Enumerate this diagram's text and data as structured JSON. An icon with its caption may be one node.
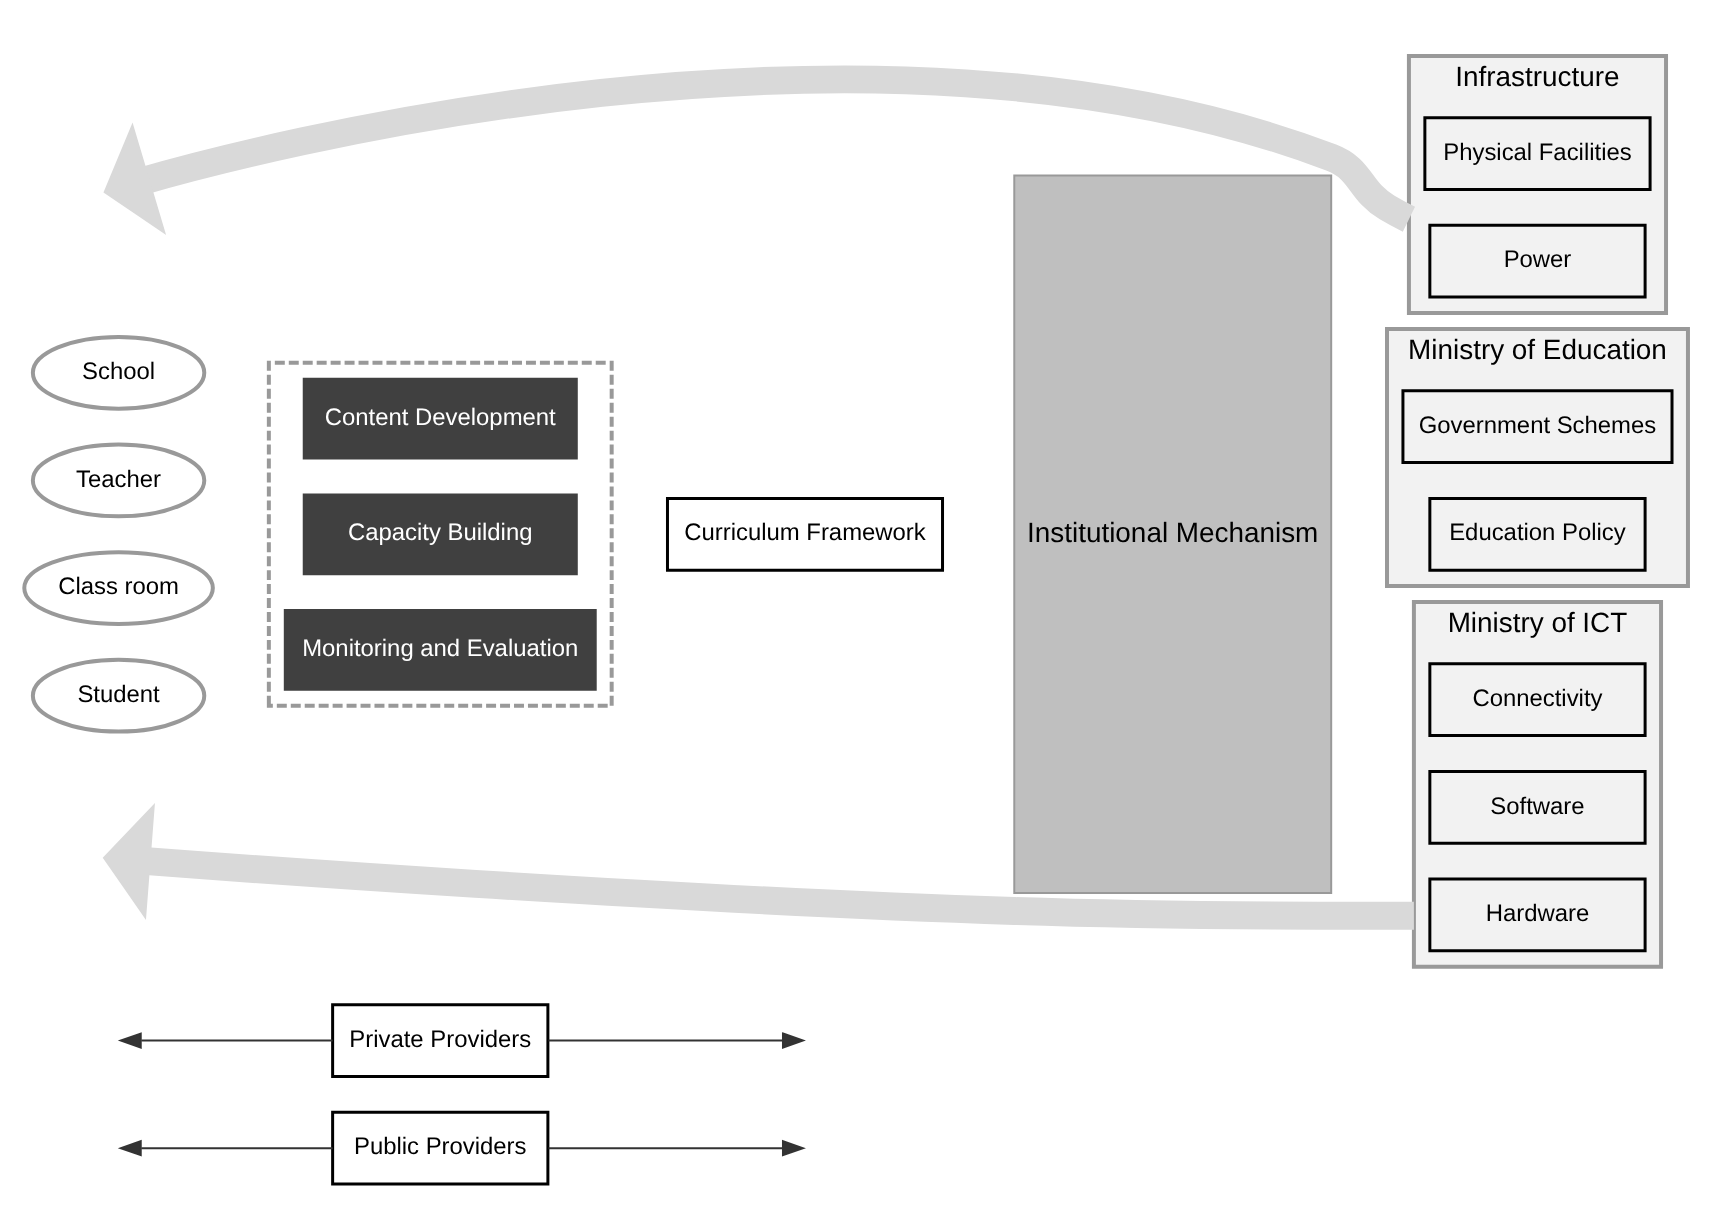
{
  "diagram": {
    "nodes": [
      {
        "text": [
          "Public Providers"
        ]
      },
      {
        "text": [
          "Private Providers"
        ]
      },
      {
        "text": [],
        "shape": "box"
      },
      {
        "text": [
          "Capacity Building"
        ],
        "in": 2
      },
      {
        "text": [
          "Content Development"
        ],
        "in": 2
      },
      {
        "text": [
          "Monitoring and Evaluation"
        ],
        "in": 2
      },
      {
        "text": [
          "School"
        ]
      },
      {
        "text": [
          "Teacher"
        ]
      },
      {
        "text": [
          "Class room"
        ]
      },
      {
        "text": [
          "Student"
        ]
      },
      {
        "text": [
          "Curriculum Framework"
        ]
      },
      {
        "text": [
          "Institutional Mechanism"
        ]
      },
      {
        "text": [
          "Infrastructure"
        ]
      },
      {
        "text": [
          "Power"
        ],
        "in": 12
      },
      {
        "text": [
          "Physical Facilities"
        ],
        "in": 12
      },
      {
        "text": [
          "Ministry of Education"
        ]
      },
      {
        "text": [
          "Education Policy"
        ],
        "in": 15
      },
      {
        "text": [
          "Government Schemes"
        ],
        "in": 15
      },
      {
        "text": [
          "Ministry of ICT"
        ]
      },
      {
        "text": [
          "Hardware"
        ],
        "in": 18
      },
      {
        "text": [
          "Software"
        ],
        "in": 18
      },
      {
        "text": [
          "Connectivity"
        ],
        "in": 18
      }
    ],
    "edges": [
      {
        "from": 0,
        "to": null,
        "arrow": "to"
      },
      {
        "from": 0,
        "to": null,
        "arrow": "to"
      },
      {
        "from": 12,
        "to": null,
        "arrow": "to",
        "style": "thick",
        "color": "#d9d9d9"
      },
      {
        "from": 18,
        "to": null,
        "arrow": "to",
        "style": "thick",
        "color": "#d9d9d9"
      },
      {
        "from": 1,
        "to": null,
        "arrow": "to"
      },
      {
        "from": 1,
        "to": null,
        "arrow": "to"
      }
    ]
  }
}
